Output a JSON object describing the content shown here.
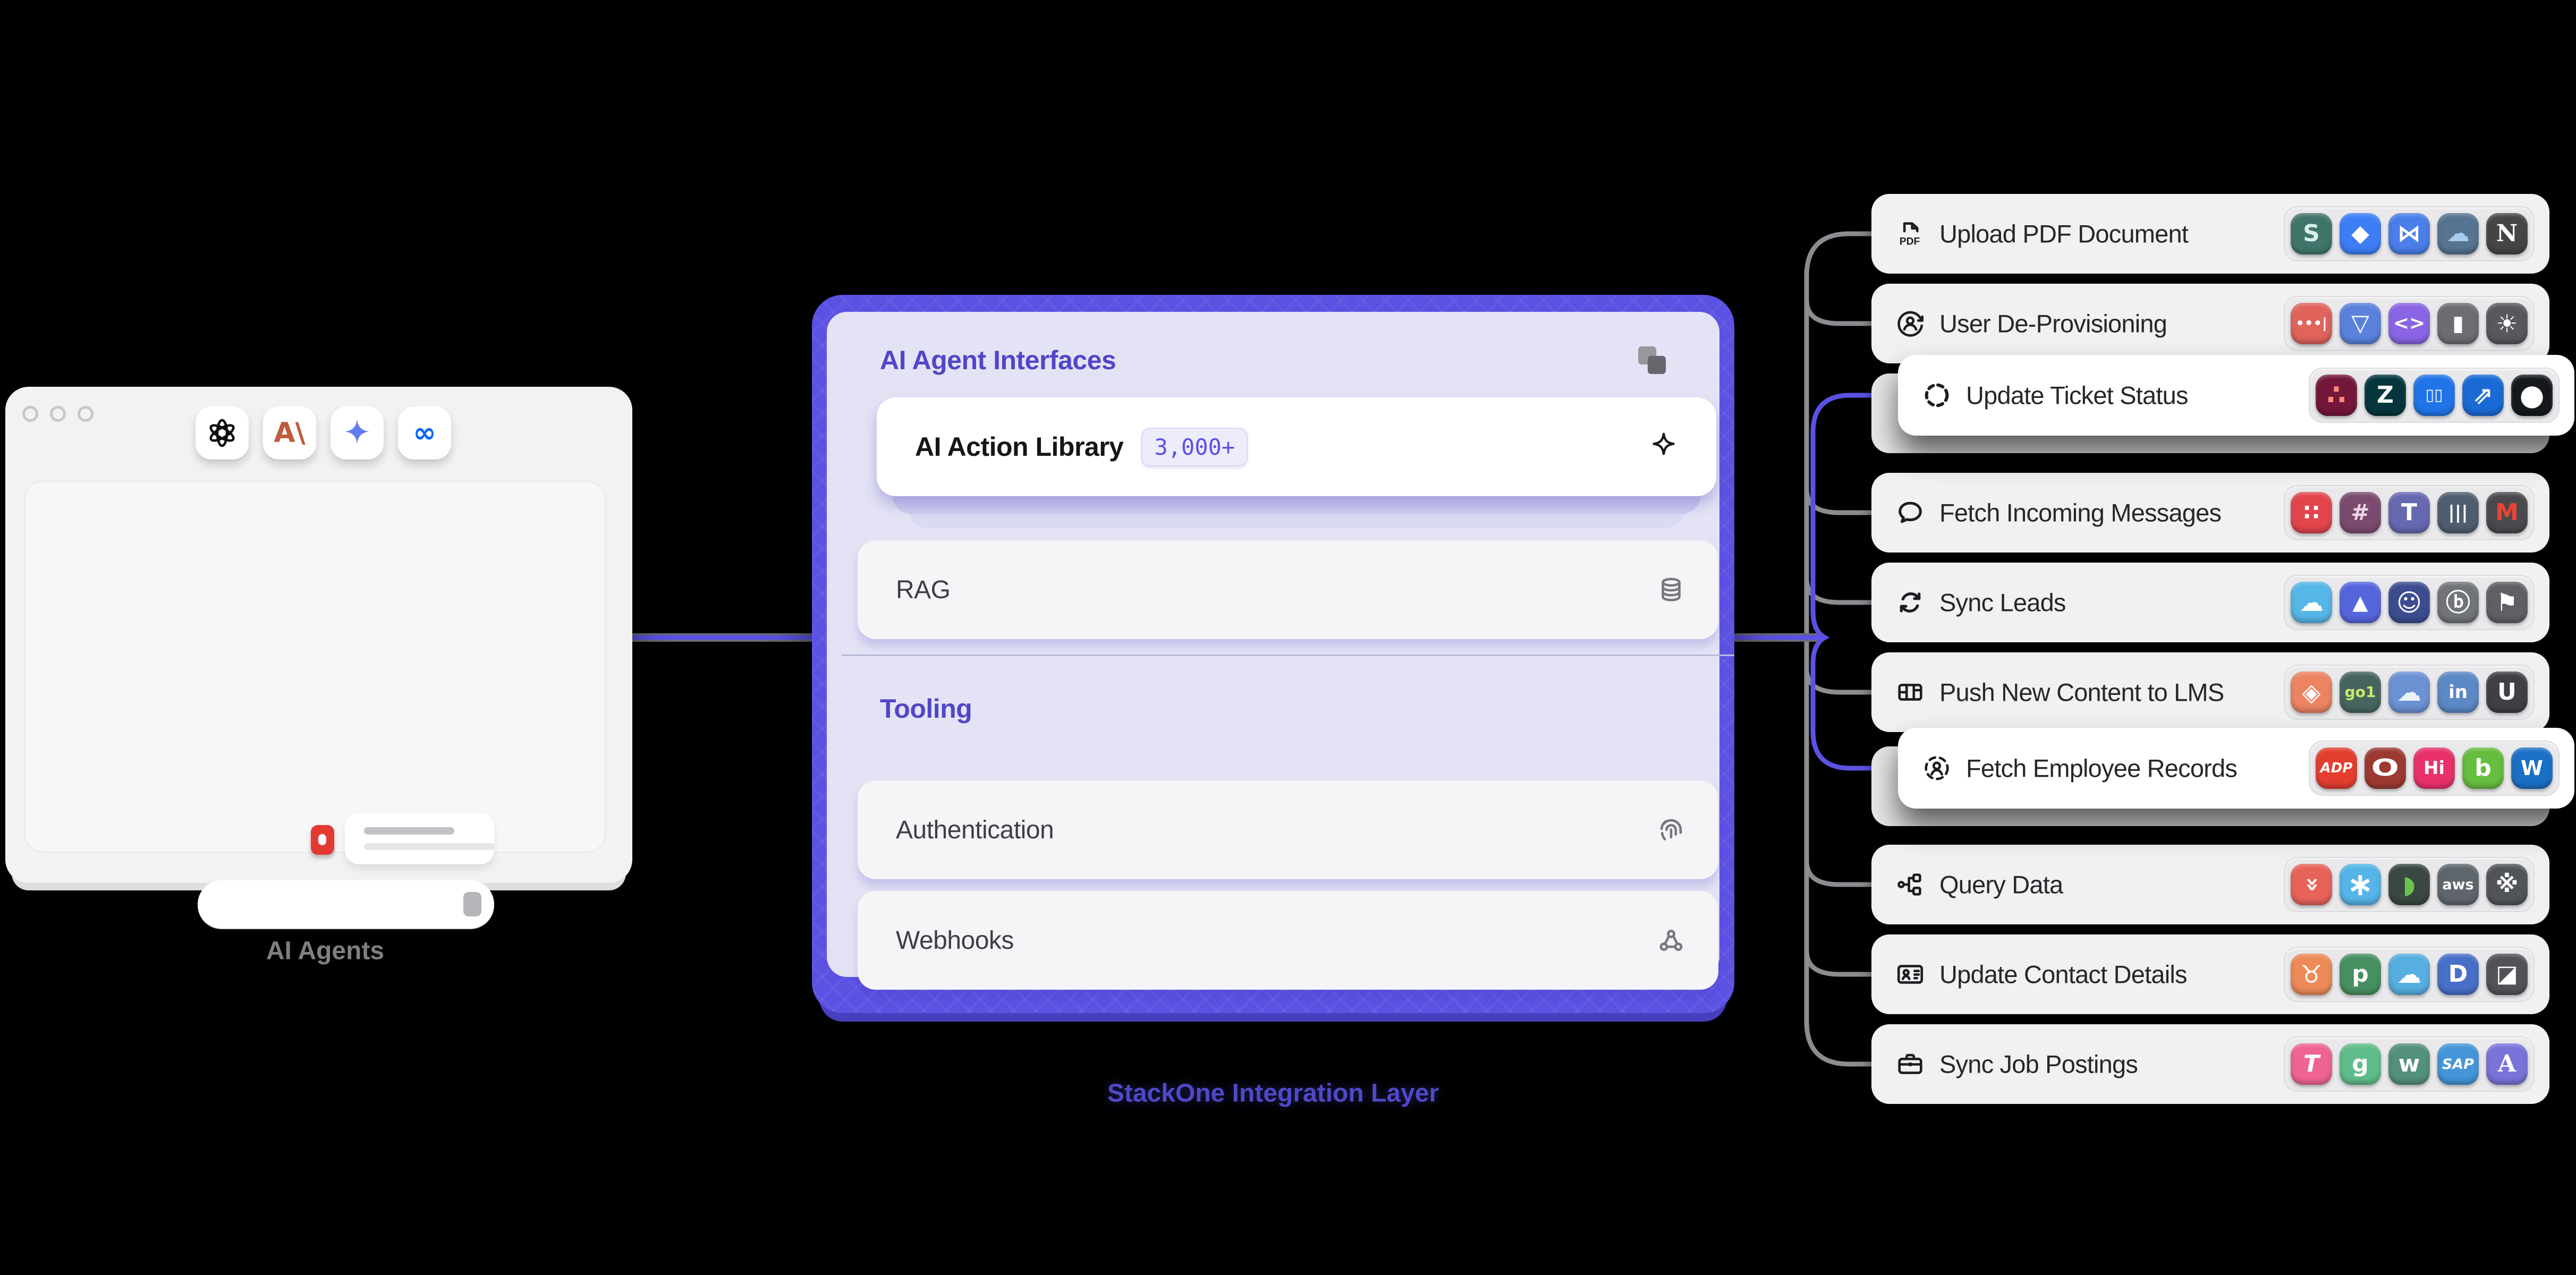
{
  "colors": {
    "accent": "#5B51E3",
    "canvas_bg": "#000000",
    "connector_gray": "#8B8B90"
  },
  "agents_window": {
    "caption": "AI Agents",
    "logos": [
      {
        "name": "openai-logo"
      },
      {
        "name": "anthropic-logo",
        "glyph": "A\\",
        "color": "#BF5B3E"
      },
      {
        "name": "gemini-logo"
      },
      {
        "name": "meta-logo",
        "glyph": "∞",
        "color": "#0866FF"
      }
    ]
  },
  "integration_panel": {
    "title": "AI Agent Interfaces",
    "corner_icon": "stackone-logo",
    "caption": "StackOne Integration Layer",
    "featured": {
      "label": "AI Action Library",
      "badge": "3,000+",
      "icon": "sparkle-icon"
    },
    "rag_row": {
      "label": "RAG",
      "icon": "database-icon"
    },
    "tooling": {
      "title": "Tooling",
      "rows": [
        {
          "label": "Authentication",
          "icon": "fingerprint-icon"
        },
        {
          "label": "Webhooks",
          "icon": "webhook-icon"
        }
      ]
    }
  },
  "actions": [
    {
      "label": "Upload PDF Document",
      "icon": "pdf-file-icon",
      "elevated": false,
      "apps": [
        {
          "name": "sharepoint-icon",
          "bg": "#41756B",
          "glyph": "S",
          "color": "#D8F0E9"
        },
        {
          "name": "dropbox-icon",
          "bg": "#3D7EF7",
          "glyph": "◆",
          "color": "#FFFFFF"
        },
        {
          "name": "sync-docs-icon",
          "bg": "#4A7EE8",
          "glyph": "⋈",
          "color": "#FFFFFF"
        },
        {
          "name": "onedrive-icon",
          "bg": "#56748F",
          "glyph": "☁",
          "color": "#A5CBEE"
        },
        {
          "name": "notion-icon",
          "bg": "#454547",
          "glyph": "N",
          "color": "#FFFFFF",
          "serif": true
        }
      ]
    },
    {
      "label": "User De-Provisioning",
      "icon": "user-deprovision-icon",
      "elevated": false,
      "apps": [
        {
          "name": "password-manager-icon",
          "bg": "#E0635C",
          "glyph": "•••|",
          "color": "#FFFFFF",
          "fs": 26
        },
        {
          "name": "bitwarden-icon",
          "bg": "#5A82DB",
          "glyph": "▽",
          "color": "#FFFFFF",
          "fs": 44
        },
        {
          "name": "identity-icon",
          "bg": "#8A64E4",
          "glyph": "<>",
          "color": "#FFFFFF",
          "fs": 36
        },
        {
          "name": "onepassword-icon",
          "bg": "#6C6C72",
          "glyph": "▮",
          "color": "#FFFFFF",
          "fs": 40
        },
        {
          "name": "sso-burst-icon",
          "bg": "#58585D",
          "glyph": "☀",
          "color": "#FFFFFF",
          "fs": 46
        }
      ]
    },
    {
      "label": "Update Ticket Status",
      "icon": "status-circle-icon",
      "elevated": true,
      "apps": [
        {
          "name": "asana-icon",
          "bg": "#73173B",
          "glyph": "∴",
          "color": "#FF8A78",
          "fs": 52
        },
        {
          "name": "zendesk-icon",
          "bg": "#05363D",
          "glyph": "Z",
          "color": "#FFFFFF"
        },
        {
          "name": "trello-icon",
          "bg": "#2174E8",
          "glyph": "▯▯",
          "color": "#FFFFFF",
          "fs": 30
        },
        {
          "name": "jira-icon",
          "bg": "#1A6AD6",
          "glyph": "⇗",
          "color": "#FFFFFF",
          "fs": 46
        },
        {
          "name": "github-icon",
          "bg": "#15191E",
          "glyph": "●",
          "color": "#FFFFFF",
          "fs": 54
        }
      ]
    },
    {
      "label": "Fetch Incoming Messages",
      "icon": "chat-bubble-icon",
      "elevated": false,
      "apps": [
        {
          "name": "twilio-icon",
          "bg": "#E2454C",
          "glyph": "∷",
          "color": "#FFFFFF",
          "fs": 42
        },
        {
          "name": "slack-icon",
          "bg": "#7A4B6F",
          "glyph": "#",
          "color": "#F0D8E6",
          "fs": 42
        },
        {
          "name": "teams-icon",
          "bg": "#6668B0",
          "glyph": "T",
          "color": "#FFFFFF"
        },
        {
          "name": "intercom-icon",
          "bg": "#4F5E6E",
          "glyph": "|||",
          "color": "#FFFFFF",
          "fs": 34
        },
        {
          "name": "gmail-icon",
          "bg": "#4A4A4E",
          "glyph": "M",
          "color": "#EA4335"
        }
      ]
    },
    {
      "label": "Sync Leads",
      "icon": "sync-icon",
      "elevated": false,
      "apps": [
        {
          "name": "salesforce-icon",
          "bg": "#57B6E8",
          "glyph": "☁",
          "color": "#FFFFFF",
          "fs": 46
        },
        {
          "name": "apollo-icon",
          "bg": "#5566DD",
          "glyph": "▲",
          "color": "#FFFFFF",
          "fs": 38
        },
        {
          "name": "crm-person-icon",
          "bg": "#3C4C8F",
          "glyph": "☺",
          "color": "#FFFFFF",
          "fs": 46
        },
        {
          "name": "chargebee-icon",
          "bg": "#717479",
          "glyph": "ⓑ",
          "color": "#FFFFFF",
          "fs": 46
        },
        {
          "name": "flag-crm-icon",
          "bg": "#5E6065",
          "glyph": "⚑",
          "color": "#FFFFFF",
          "fs": 46
        }
      ]
    },
    {
      "label": "Push New Content to LMS",
      "icon": "lms-grid-icon",
      "elevated": false,
      "apps": [
        {
          "name": "cornerstone-icon",
          "bg": "#EC8463",
          "glyph": "◈",
          "color": "#FFFFFF",
          "fs": 46
        },
        {
          "name": "go1-icon",
          "bg": "#47655F",
          "glyph": "go1",
          "color": "#C9E970",
          "fs": 28
        },
        {
          "name": "docebo-icon",
          "bg": "#6C92D4",
          "glyph": "☁",
          "color": "#ECF2FB",
          "fs": 46
        },
        {
          "name": "linkedin-icon",
          "bg": "#5C88C6",
          "glyph": "in",
          "color": "#FFFFFF",
          "fs": 34
        },
        {
          "name": "udemy-icon",
          "bg": "#403F45",
          "glyph": "U",
          "color": "#FFFFFF"
        }
      ]
    },
    {
      "label": "Fetch Employee Records",
      "icon": "employee-records-icon",
      "elevated": true,
      "apps": [
        {
          "name": "adp-icon",
          "bg": "#E33E30",
          "glyph": "ADP",
          "color": "#FFFFFF",
          "fs": 26,
          "italic": true
        },
        {
          "name": "oracle-icon",
          "bg": "#9C3A31",
          "glyph": "O",
          "color": "#FFFFFF",
          "stretch": true
        },
        {
          "name": "hibob-icon",
          "bg": "#E8316B",
          "glyph": "Hi",
          "color": "#FFFFFF",
          "fs": 34
        },
        {
          "name": "bamboohr-icon",
          "bg": "#66BE3E",
          "glyph": "b",
          "color": "#FFFFFF"
        },
        {
          "name": "workday-icon",
          "bg": "#1B70C6",
          "glyph": "W",
          "color": "#FFFFFF",
          "fs": 38
        }
      ]
    },
    {
      "label": "Query Data",
      "icon": "query-data-icon",
      "elevated": false,
      "apps": [
        {
          "name": "redshift-icon",
          "bg": "#E7635A",
          "glyph": "«",
          "color": "#FFFFFF",
          "fs": 44,
          "rot": -90
        },
        {
          "name": "snowflake-icon",
          "bg": "#55B5E8",
          "glyph": "∗",
          "color": "#FFFFFF",
          "fs": 60
        },
        {
          "name": "mongodb-icon",
          "bg": "#394840",
          "glyph": "◗",
          "color": "#6CC24A",
          "fs": 46
        },
        {
          "name": "aws-icon",
          "bg": "#5F656C",
          "glyph": "aws",
          "color": "#FFFFFF",
          "fs": 27
        },
        {
          "name": "databricks-icon",
          "bg": "#515459",
          "glyph": "※",
          "color": "#FFFFFF",
          "fs": 44
        }
      ]
    },
    {
      "label": "Update Contact Details",
      "icon": "contact-card-icon",
      "elevated": false,
      "apps": [
        {
          "name": "bullhorn-icon",
          "bg": "#ED8A58",
          "glyph": "♉",
          "color": "#FFFFFF",
          "fs": 46
        },
        {
          "name": "pipedrive-icon",
          "bg": "#468F60",
          "glyph": "p",
          "color": "#FFFFFF"
        },
        {
          "name": "salesforce-icon-2",
          "bg": "#57AEE0",
          "glyph": "☁",
          "color": "#FFFFFF",
          "fs": 46
        },
        {
          "name": "dynamics-icon",
          "bg": "#4870C8",
          "glyph": "D",
          "color": "#FFFFFF"
        },
        {
          "name": "attio-icon",
          "bg": "#515358",
          "glyph": "◪",
          "color": "#FFFFFF",
          "fs": 44
        }
      ]
    },
    {
      "label": "Sync Job Postings",
      "icon": "briefcase-icon",
      "elevated": false,
      "apps": [
        {
          "name": "teamtailor-icon",
          "bg": "#EF6395",
          "glyph": "T",
          "color": "#FFFFFF",
          "italic": true
        },
        {
          "name": "greenhouse-icon",
          "bg": "#5FBD8C",
          "glyph": "g",
          "color": "#FFFFFF"
        },
        {
          "name": "workable-icon",
          "bg": "#53907D",
          "glyph": "w",
          "color": "#FFFFFF"
        },
        {
          "name": "sap-icon",
          "bg": "#4595D8",
          "glyph": "SAP",
          "color": "#FFFFFF",
          "fs": 27,
          "italic": true
        },
        {
          "name": "ashby-icon",
          "bg": "#7A73D9",
          "glyph": "A",
          "color": "#FFFFFF",
          "serif": true
        }
      ]
    }
  ]
}
